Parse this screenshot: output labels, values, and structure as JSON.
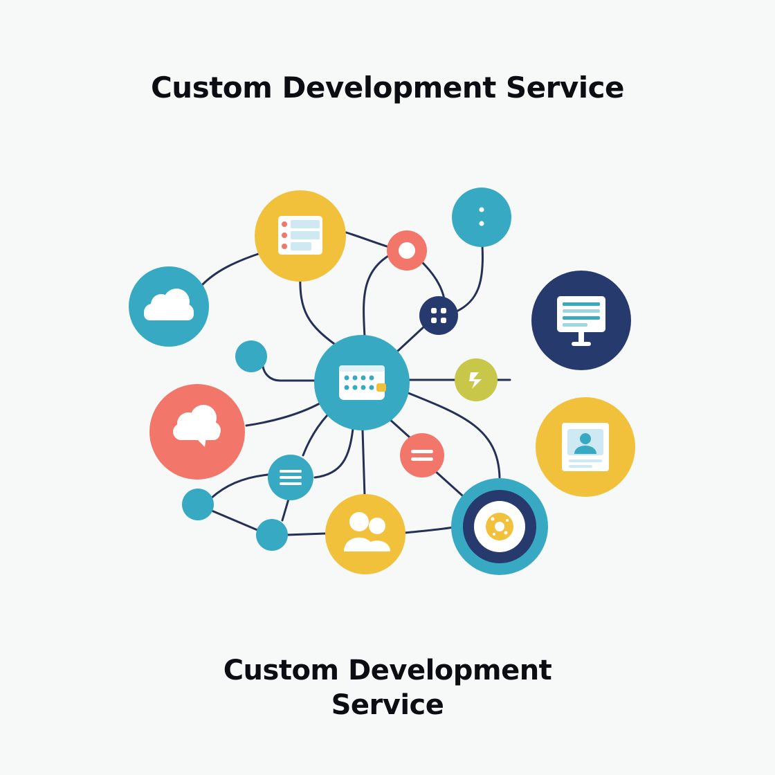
{
  "header": {
    "title": "Custom Development Service"
  },
  "footer": {
    "title_line1": "Custom Development",
    "title_line2": "Service"
  },
  "colors": {
    "background": "#f7f8f8",
    "teal": "#38a9c3",
    "yellow": "#f2c13c",
    "coral": "#f3766a",
    "navy": "#263a6e",
    "olive": "#c9c74a",
    "link": "#243055",
    "icon_light": "#ffffff"
  },
  "nodes": [
    {
      "id": "hub",
      "icon": "calendar-grid-icon",
      "color": "teal"
    },
    {
      "id": "list-card",
      "icon": "list-card-icon",
      "color": "yellow"
    },
    {
      "id": "cloud",
      "icon": "cloud-icon",
      "color": "teal"
    },
    {
      "id": "dots-small",
      "icon": "vertical-dots-icon",
      "color": "teal"
    },
    {
      "id": "ring-small",
      "icon": "ring-icon",
      "color": "coral"
    },
    {
      "id": "apps-grid",
      "icon": "apps-grid-icon",
      "color": "navy"
    },
    {
      "id": "monitor",
      "icon": "monitor-icon",
      "color": "navy"
    },
    {
      "id": "dot-left",
      "icon": "",
      "color": "teal"
    },
    {
      "id": "olive-small",
      "icon": "bolt-icon",
      "color": "olive"
    },
    {
      "id": "chat",
      "icon": "chat-cloud-icon",
      "color": "coral"
    },
    {
      "id": "equals",
      "icon": "equals-icon",
      "color": "coral"
    },
    {
      "id": "profile-card",
      "icon": "profile-card-icon",
      "color": "yellow"
    },
    {
      "id": "menu",
      "icon": "menu-lines-icon",
      "color": "teal"
    },
    {
      "id": "dot-lower-left",
      "icon": "",
      "color": "teal"
    },
    {
      "id": "dot-lower",
      "icon": "",
      "color": "teal"
    },
    {
      "id": "users",
      "icon": "users-icon",
      "color": "yellow"
    },
    {
      "id": "gear",
      "icon": "gear-badge-icon",
      "color": "teal"
    }
  ],
  "links": [
    [
      "hub",
      "list-card"
    ],
    [
      "hub",
      "ring-small"
    ],
    [
      "hub",
      "apps-grid"
    ],
    [
      "hub",
      "olive-small"
    ],
    [
      "hub",
      "dot-left"
    ],
    [
      "hub",
      "chat"
    ],
    [
      "hub",
      "menu"
    ],
    [
      "hub",
      "equals"
    ],
    [
      "hub",
      "gear"
    ],
    [
      "hub",
      "users"
    ],
    [
      "list-card",
      "cloud"
    ],
    [
      "list-card",
      "ring-small"
    ],
    [
      "ring-small",
      "apps-grid"
    ],
    [
      "apps-grid",
      "dots-small"
    ],
    [
      "menu",
      "dot-lower-left"
    ],
    [
      "menu",
      "dot-lower"
    ],
    [
      "dot-lower-left",
      "dot-lower"
    ],
    [
      "dot-lower",
      "users"
    ],
    [
      "users",
      "gear"
    ],
    [
      "equals",
      "gear"
    ]
  ]
}
